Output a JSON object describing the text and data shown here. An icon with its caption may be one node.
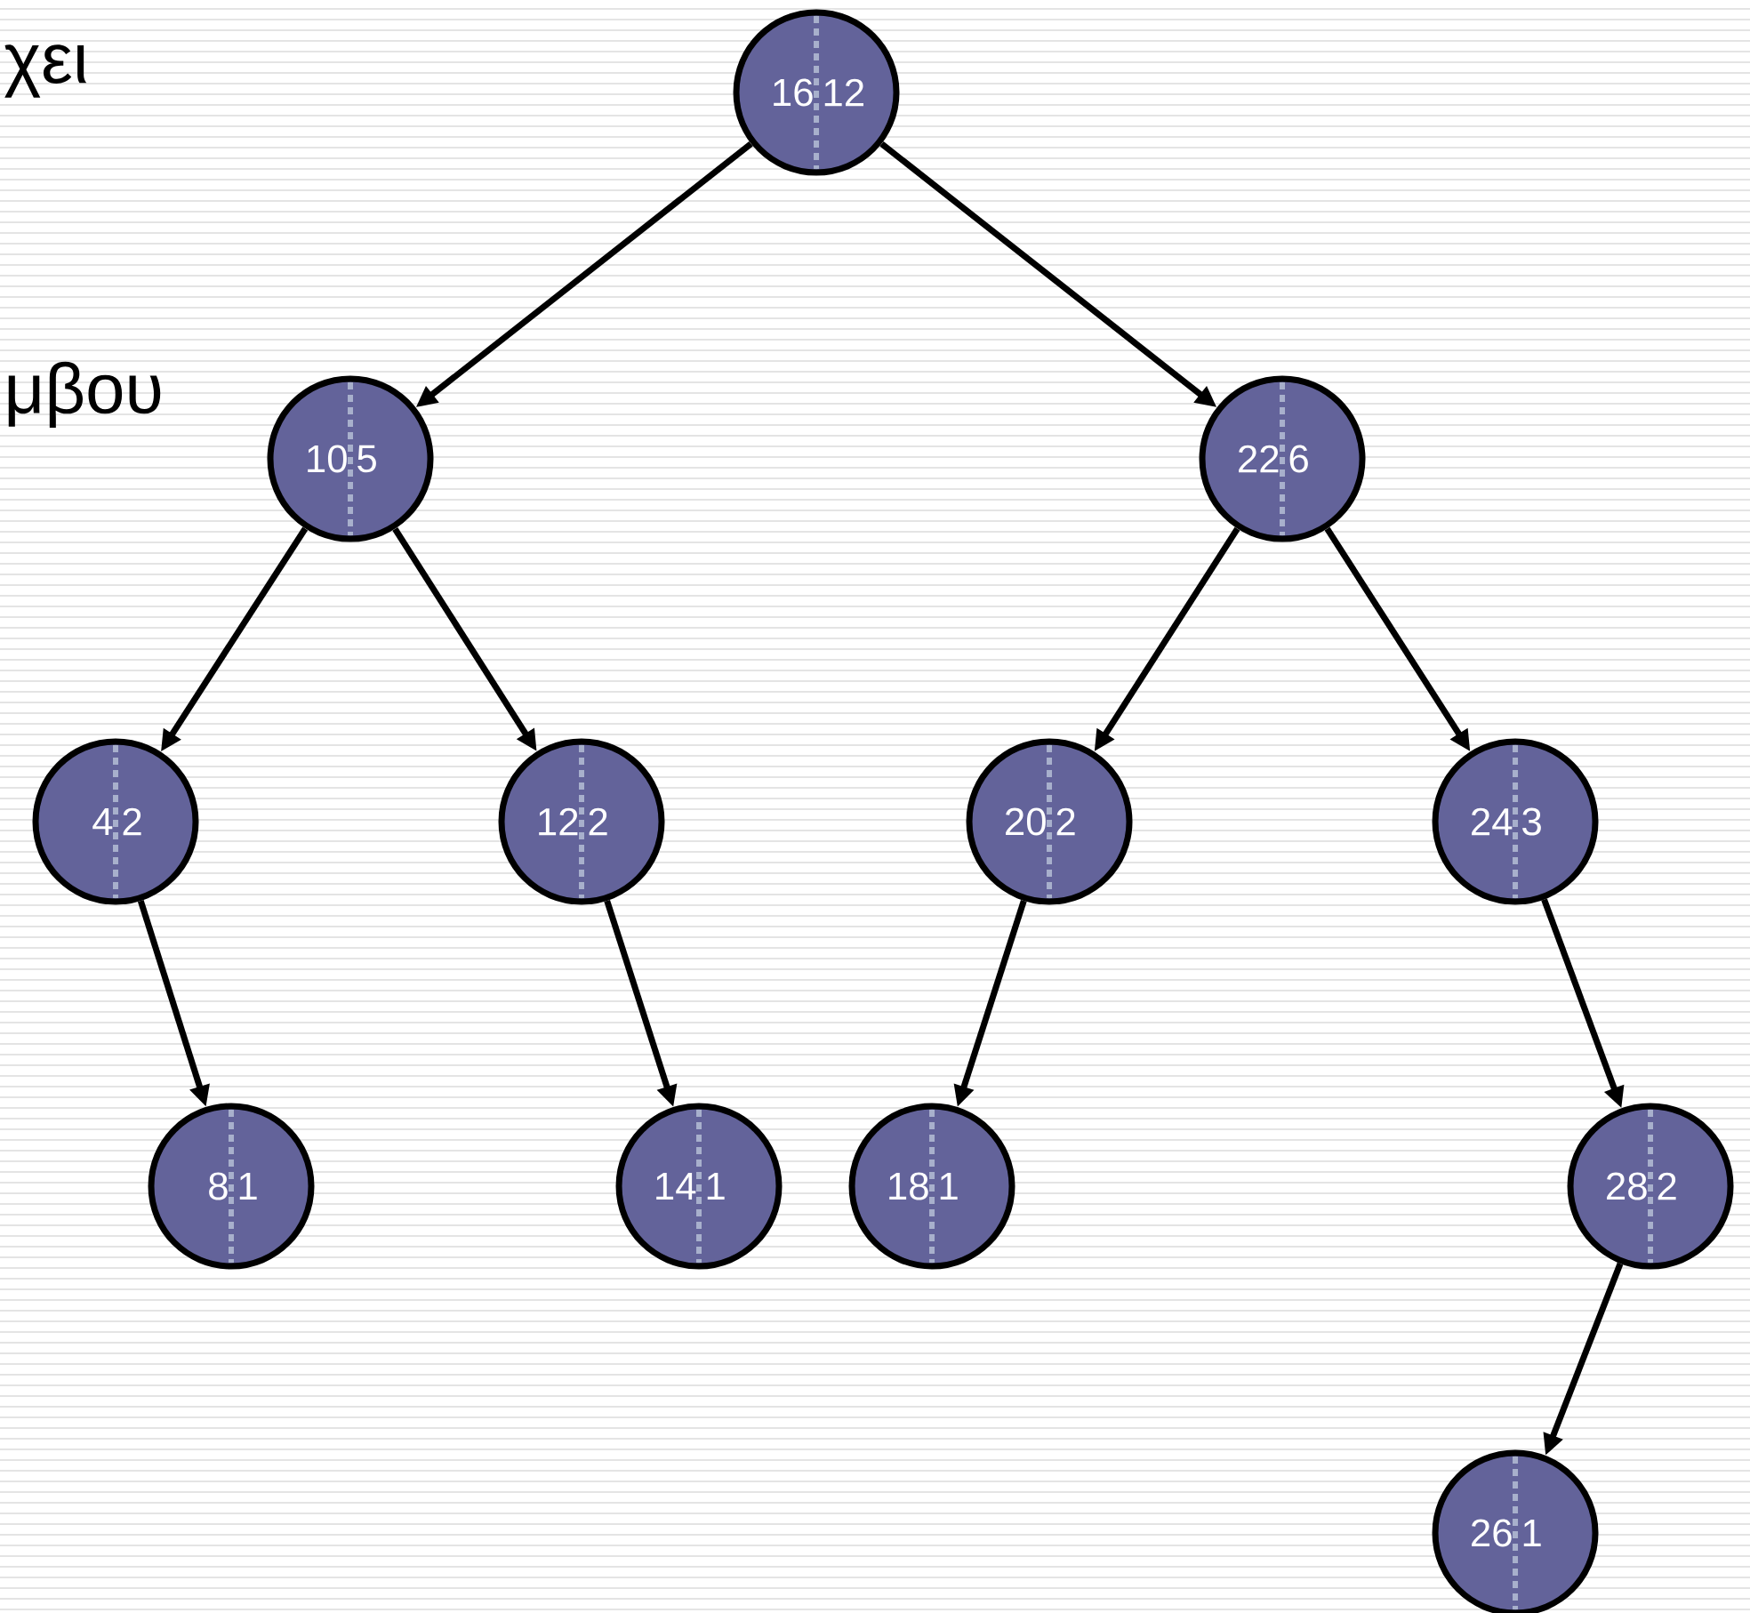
{
  "diagram": {
    "nodes": [
      {
        "text": [
          "16",
          "12"
        ]
      },
      {
        "text": [
          "10",
          "5"
        ]
      },
      {
        "text": [
          "22",
          "6"
        ]
      },
      {
        "text": [
          "4",
          "2"
        ]
      },
      {
        "text": [
          "12",
          "2"
        ]
      },
      {
        "text": [
          "20",
          "2"
        ]
      },
      {
        "text": [
          "24",
          "3"
        ]
      },
      {
        "text": [
          "8",
          "1"
        ]
      },
      {
        "text": [
          "14",
          "1"
        ]
      },
      {
        "text": [
          "18",
          "1"
        ]
      },
      {
        "text": [
          "28",
          "2"
        ]
      },
      {
        "text": [
          "26",
          "1"
        ]
      }
    ],
    "edges": [
      {
        "from": 0,
        "to": 1,
        "arrow": "to"
      },
      {
        "from": 0,
        "to": 2,
        "arrow": "to"
      },
      {
        "from": 1,
        "to": 3,
        "arrow": "to"
      },
      {
        "from": 1,
        "to": 4,
        "arrow": "to"
      },
      {
        "from": 2,
        "to": 5,
        "arrow": "to"
      },
      {
        "from": 2,
        "to": 6,
        "arrow": "to"
      },
      {
        "from": 3,
        "to": 7,
        "arrow": "to"
      },
      {
        "from": 4,
        "to": 8,
        "arrow": "to"
      },
      {
        "from": 5,
        "to": 9,
        "arrow": "to"
      },
      {
        "from": 6,
        "to": 10,
        "arrow": "to"
      },
      {
        "from": 10,
        "to": 11,
        "arrow": "to"
      }
    ],
    "labels": [
      "χει",
      "μβου"
    ]
  }
}
